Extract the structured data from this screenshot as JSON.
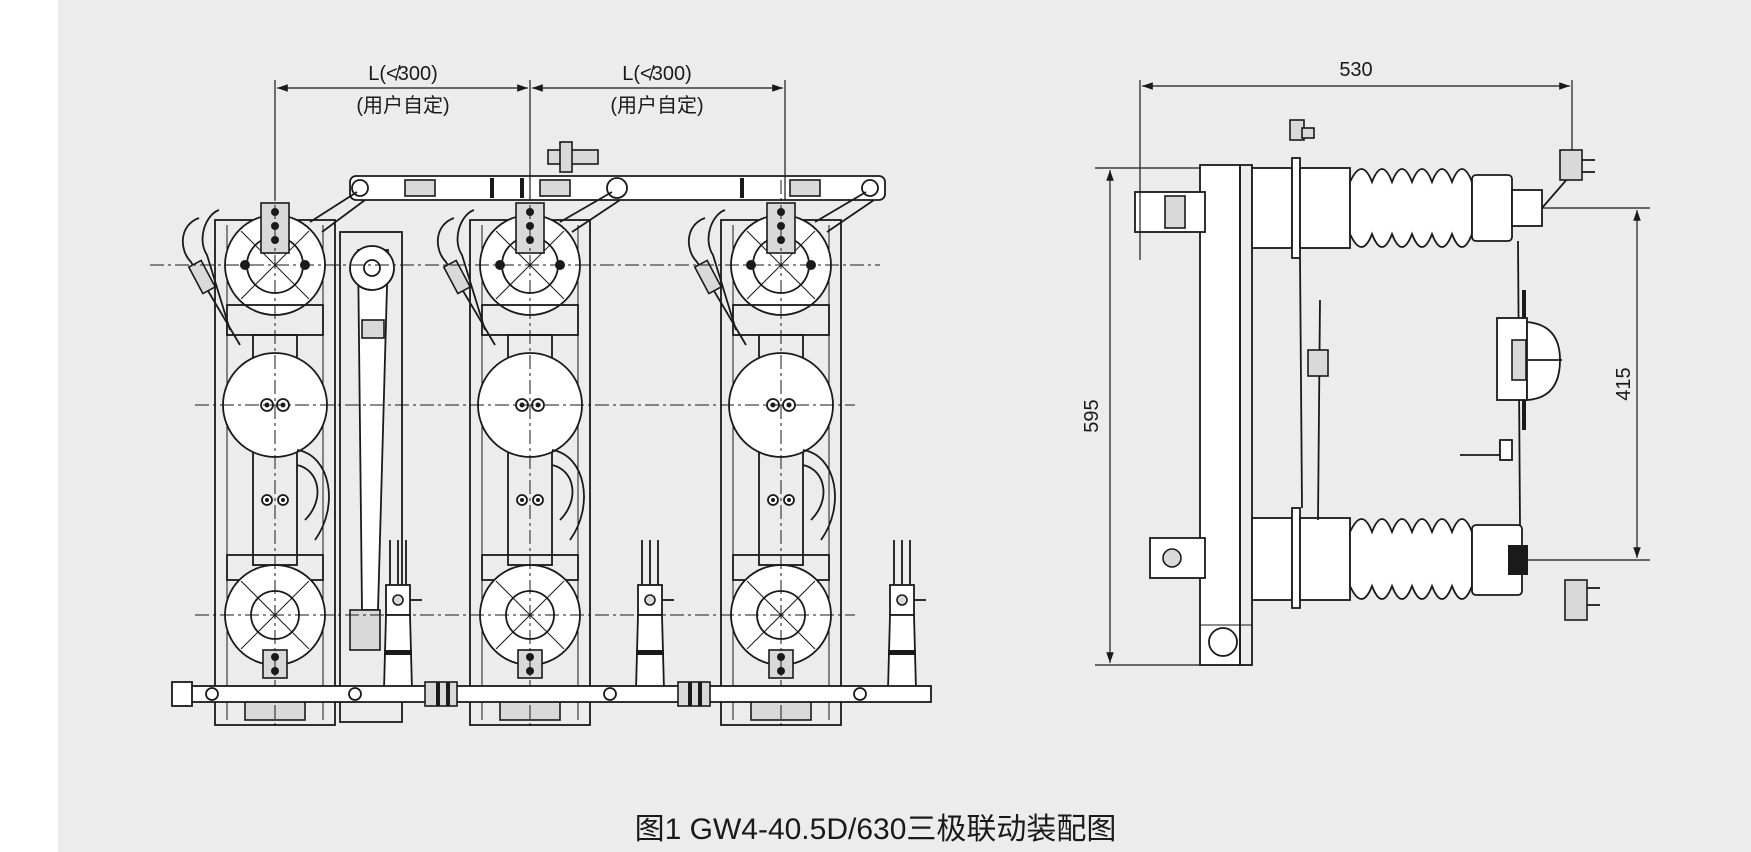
{
  "dimensions": {
    "spacing_1": "L(≮300)",
    "spacing_1_note": "(用户自定)",
    "spacing_2": "L(≮300)",
    "spacing_2_note": "(用户自定)",
    "width_side": "530",
    "height_total": "595",
    "height_insulators": "415"
  },
  "caption": "图1 GW4-40.5D/630三极联动装配图"
}
